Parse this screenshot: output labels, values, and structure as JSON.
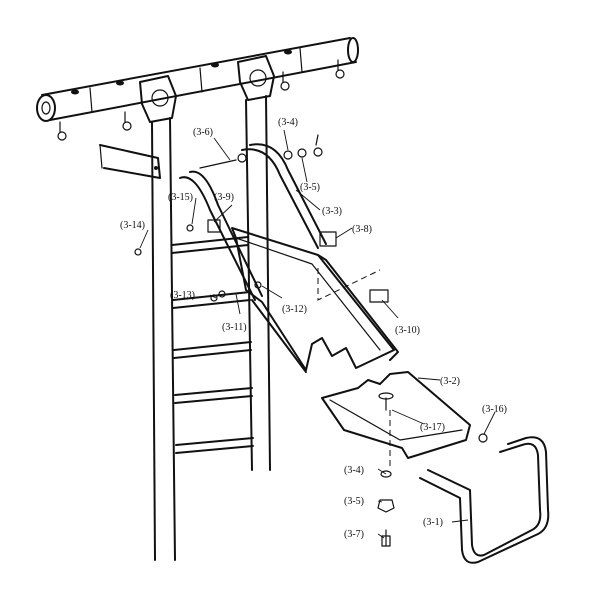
{
  "labels": {
    "l_3_1": "(3-1)",
    "l_3_2": "(3-2)",
    "l_3_3": "(3-3)",
    "l_3_4_top": "(3-4)",
    "l_3_4_bottom": "(3-4)",
    "l_3_5_top": "(3-5)",
    "l_3_5_bottom": "(3-5)",
    "l_3_6": "(3-6)",
    "l_3_7": "(3-7)",
    "l_3_8": "(3-8)",
    "l_3_9": "(3-9)",
    "l_3_10": "(3-10)",
    "l_3_11": "(3-11)",
    "l_3_12": "(3-12)",
    "l_3_13": "(3-13)",
    "l_3_14": "(3-14)",
    "l_3_15": "(3-15)",
    "l_3_16": "(3-16)",
    "l_3_17": "(3-17)"
  }
}
